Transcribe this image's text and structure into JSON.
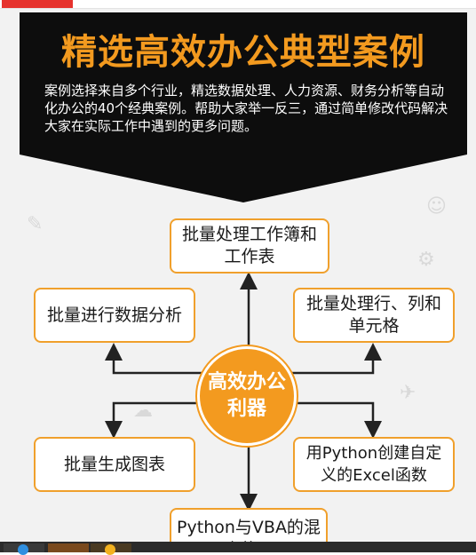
{
  "colors": {
    "orange": "#f39a1f",
    "banner_bg": "#0d0d0d",
    "box_border": "#f0a02c",
    "tab_red": "#e6322d"
  },
  "banner": {
    "title": "精选高效办公典型案例",
    "description": "案例选择来自多个行业，精选数据处理、人力资源、财务分析等自动化办公的40个经典案例。帮助大家举一反三，通过简单修改代码解决大家在实际工作中遇到的更多问题。"
  },
  "diagram": {
    "center": "高效办公利器",
    "top": "批量处理工作簿和工作表",
    "upper_left": "批量进行数据分析",
    "upper_right": "批量处理行、列和单元格",
    "lower_left": "批量生成图表",
    "lower_right": "用Python创建自定义的Excel函数",
    "bottom": "Python与VBA的混合使用"
  },
  "icons": [
    "doodle-background-icons",
    "start-icon",
    "app-icon",
    "app-icon"
  ]
}
